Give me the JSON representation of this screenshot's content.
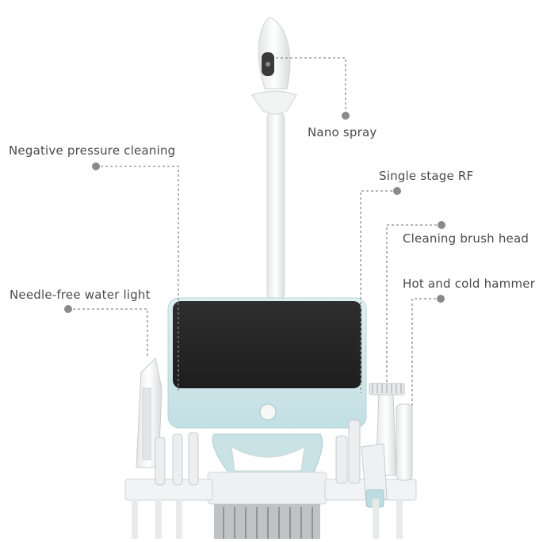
{
  "labels": {
    "nano_spray": "Nano spray",
    "negative_pressure": "Negative pressure cleaning",
    "single_stage_rf": "Single stage RF",
    "cleaning_brush": "Cleaning brush head",
    "needle_free": "Needle-free water light",
    "hot_cold_hammer": "Hot and cold hammer"
  },
  "colors": {
    "text": "#4a4a4a",
    "leader": "#8a8a8a",
    "accent_blue": "#cfe7ea",
    "screen": "#2a2a2a",
    "body_white": "#f4f5f5"
  }
}
